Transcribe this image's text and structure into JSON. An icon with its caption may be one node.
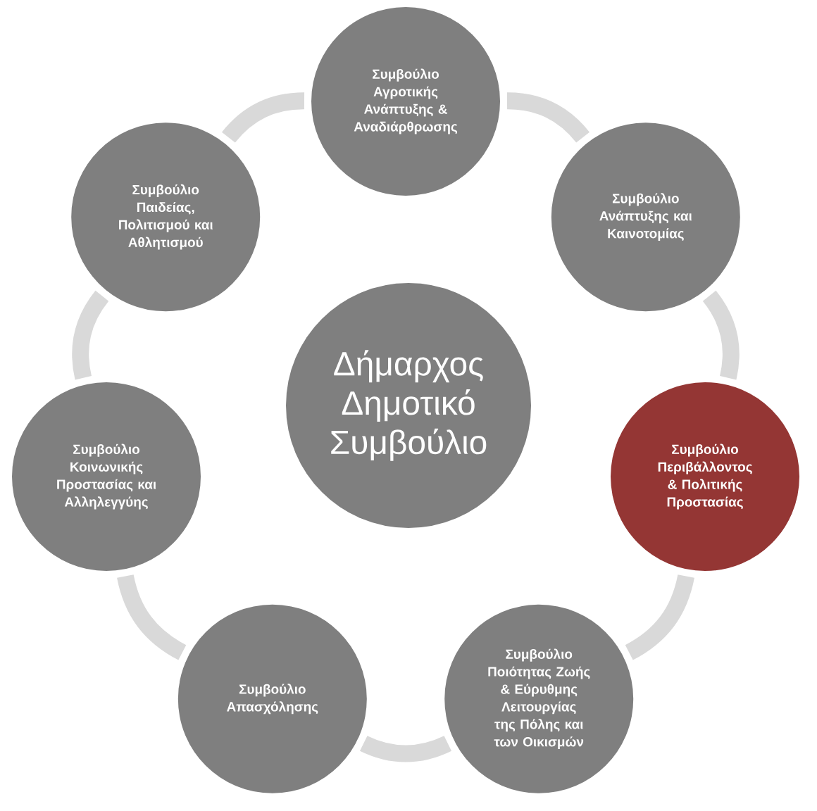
{
  "diagram": {
    "nodes": [
      {
        "text": [
          "Δήμαρχος Δημοτικό Συμβούλιο"
        ]
      },
      {
        "text": [
          "Συμβούλιο Αγροτικής Ανάπτυξης & Αναδιάρθρωσης"
        ]
      },
      {
        "text": [
          "Συμβούλιο Ανάπτυξης και Καινοτομίας"
        ]
      },
      {
        "text": [
          "Συμβούλιο Περιβάλλοντος & Πολιτικής Προστασίας"
        ]
      },
      {
        "text": [
          "Συμβούλιο Ποιότητας Ζωής & Εύρυθμης Λειτουργίας της Πόλης και των Οικισμών"
        ]
      },
      {
        "text": [
          "Συμβούλιο Απασχόλησης"
        ]
      },
      {
        "text": [
          "Συμβούλιο Κοινωνικής Προστασίας και Αλληλεγγύης"
        ]
      },
      {
        "text": [
          "Συμβούλιο Παιδείας, Πολιτισμού και Αθλητισμού"
        ]
      }
    ],
    "edges": [
      {
        "from": 1,
        "to": 2,
        "arrow": "none"
      },
      {
        "from": 2,
        "to": 3,
        "arrow": "none"
      },
      {
        "from": 3,
        "to": 4,
        "arrow": "none"
      },
      {
        "from": 4,
        "to": 5,
        "arrow": "none"
      },
      {
        "from": 5,
        "to": 6,
        "arrow": "none"
      },
      {
        "from": 6,
        "to": 7,
        "arrow": "none"
      },
      {
        "from": 7,
        "to": 1,
        "arrow": "none"
      }
    ]
  }
}
